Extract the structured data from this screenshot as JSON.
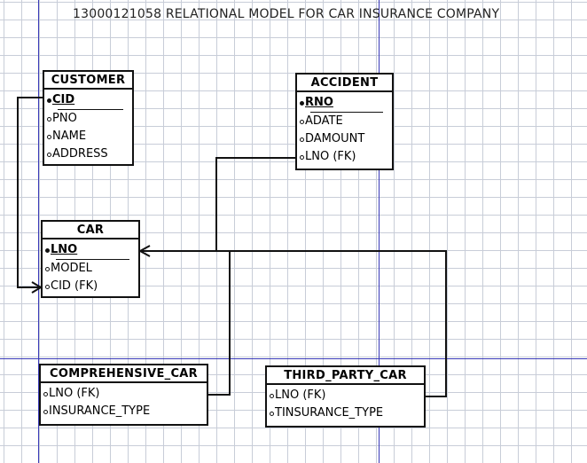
{
  "title": "13000121058 RELATIONAL MODEL FOR CAR INSURANCE COMPANY",
  "entities": {
    "customer": {
      "name": "CUSTOMER",
      "attributes": [
        {
          "label": "CID",
          "key": true
        },
        {
          "label": "PNO",
          "key": false
        },
        {
          "label": "NAME",
          "key": false
        },
        {
          "label": "ADDRESS",
          "key": false
        }
      ]
    },
    "accident": {
      "name": "ACCIDENT",
      "attributes": [
        {
          "label": "RNO",
          "key": true
        },
        {
          "label": "ADATE",
          "key": false
        },
        {
          "label": "DAMOUNT",
          "key": false
        },
        {
          "label": "LNO  (FK)",
          "key": false
        }
      ]
    },
    "car": {
      "name": "CAR",
      "attributes": [
        {
          "label": "LNO",
          "key": true
        },
        {
          "label": "MODEL",
          "key": false
        },
        {
          "label": "CID  (FK)",
          "key": false
        }
      ]
    },
    "comprehensive_car": {
      "name": "COMPREHENSIVE_CAR",
      "attributes": [
        {
          "label": "LNO  (FK)",
          "key": false
        },
        {
          "label": "INSURANCE_TYPE",
          "key": false
        }
      ]
    },
    "third_party_car": {
      "name": "THIRD_PARTY_CAR",
      "attributes": [
        {
          "label": "LNO  (FK)",
          "key": false
        },
        {
          "label": "TINSURANCE_TYPE",
          "key": false
        }
      ]
    }
  },
  "colors": {
    "grid": "#c8cdd8",
    "guide": "#3a3ab8",
    "line": "#111111"
  }
}
